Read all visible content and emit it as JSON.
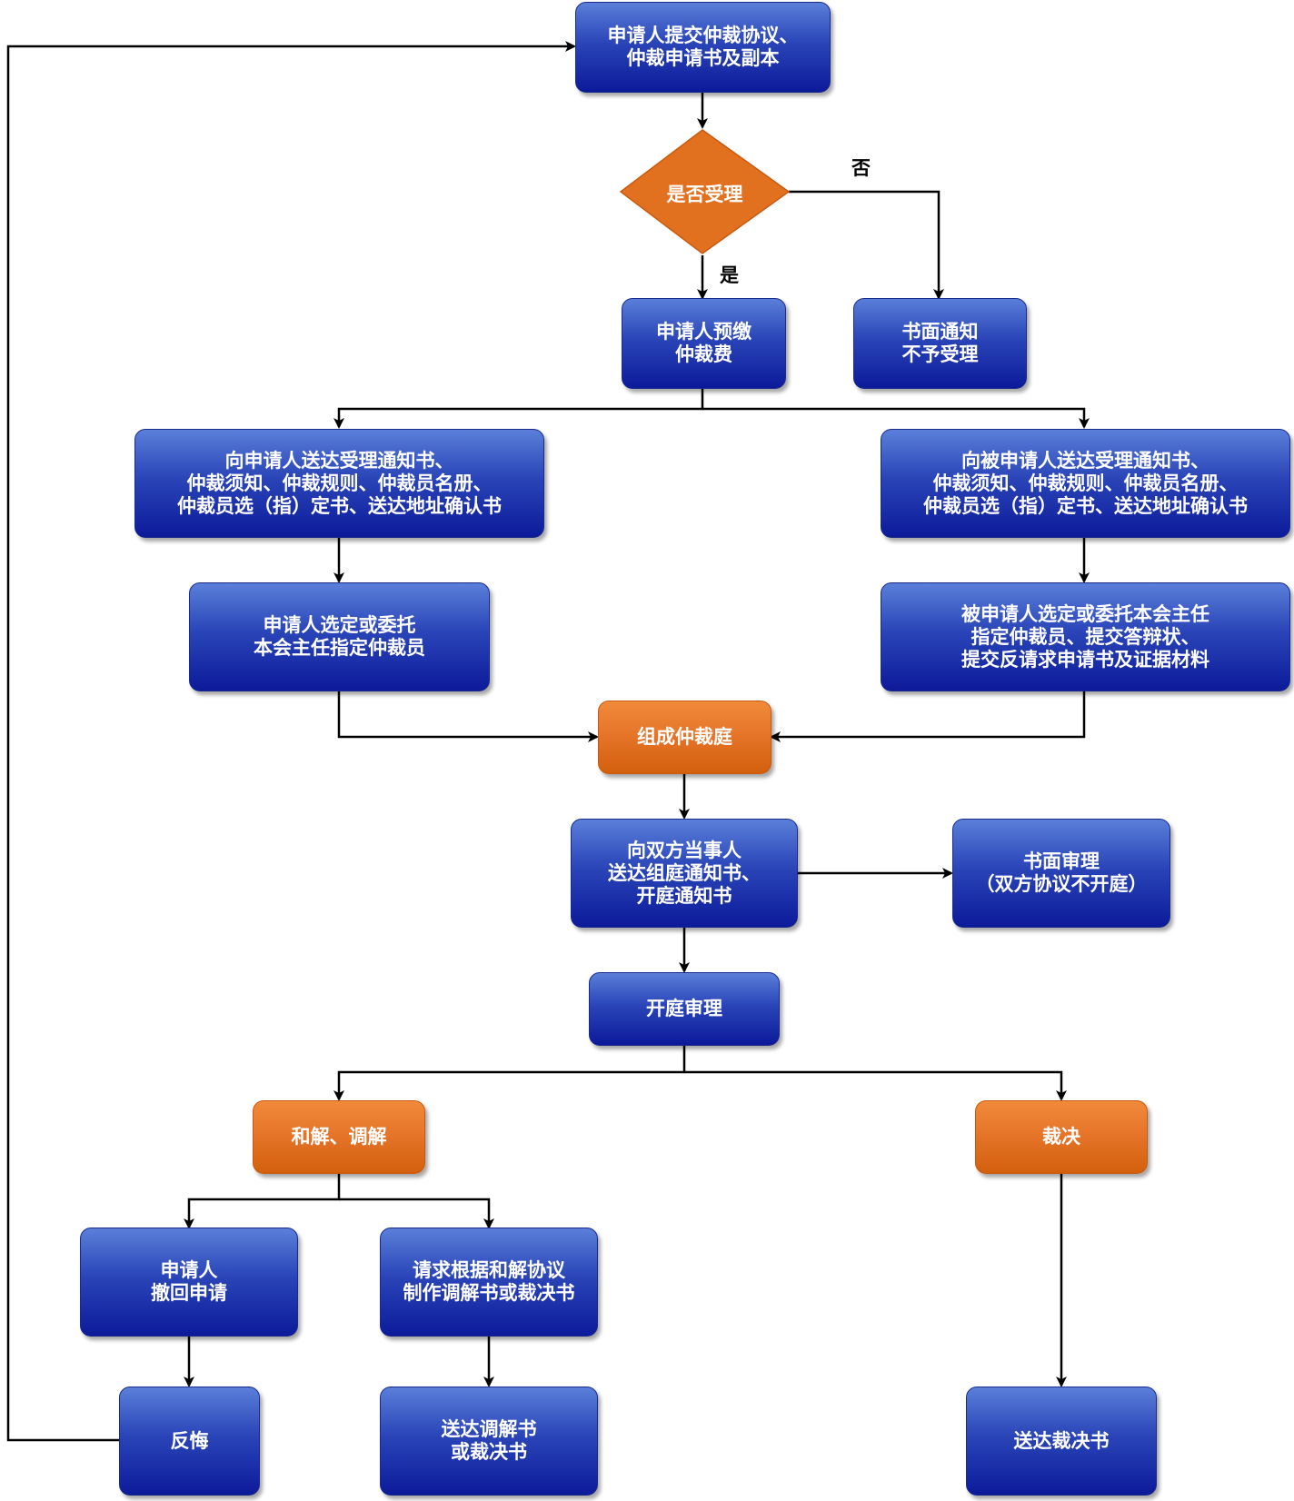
{
  "nodes": {
    "submit": "申请人提交仲裁协议、\n仲裁申请书及副本",
    "decision": "是否受理",
    "prepay": "申请人预缴\n仲裁费",
    "reject": "书面通知\n不予受理",
    "notify_applicant": "向申请人送达受理通知书、\n仲裁须知、仲裁规则、仲裁员名册、\n仲裁员选（指）定书、送达地址确认书",
    "notify_respondent": "向被申请人送达受理通知书、\n仲裁须知、仲裁规则、仲裁员名册、\n仲裁员选（指）定书、送达地址确认书",
    "applicant_select": "申请人选定或委托\n本会主任指定仲裁员",
    "respondent_select": "被申请人选定或委托本会主任\n指定仲裁员、提交答辩状、\n提交反请求申请书及证据材料",
    "form_tribunal": "组成仲裁庭",
    "send_notice": "向双方当事人\n送达组庭通知书、\n开庭通知书",
    "written_review": "书面审理\n（双方协议不开庭）",
    "hearing": "开庭审理",
    "settlement": "和解、调解",
    "award": "裁决",
    "withdraw": "申请人\n撤回申请",
    "request_doc": "请求根据和解协议\n制作调解书或裁决书",
    "regret": "反悔",
    "deliver_mediation": "送达调解书\n或裁决书",
    "deliver_award": "送达裁决书"
  },
  "labels": {
    "no": "否",
    "yes": "是"
  },
  "colors": {
    "edge": "#000000"
  }
}
